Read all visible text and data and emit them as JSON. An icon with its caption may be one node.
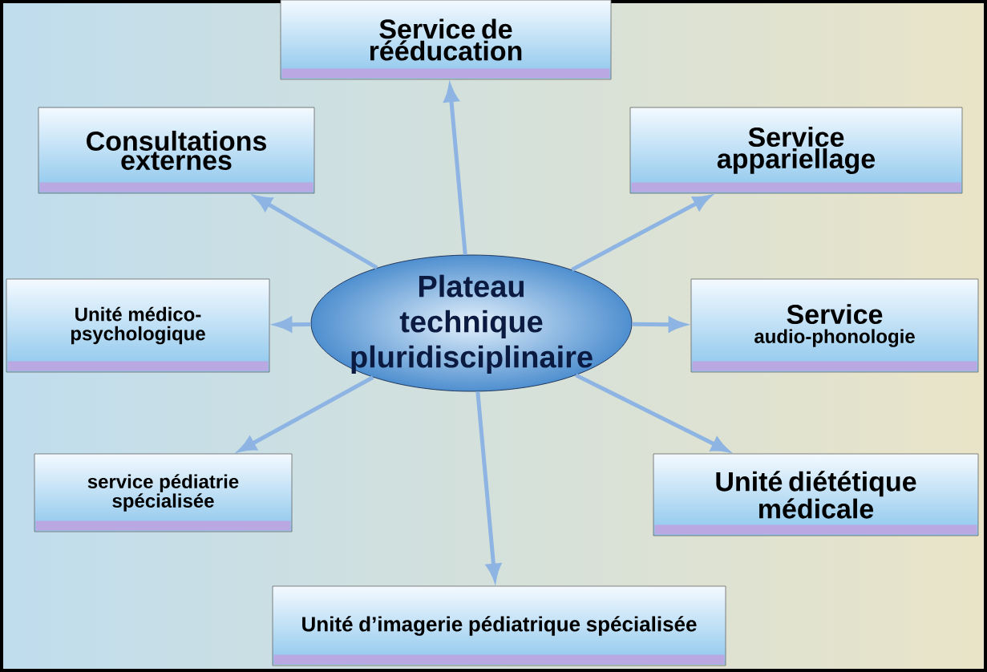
{
  "diagram": {
    "nodes": [
      {
        "text": [
          "Plateau technique pluridisciplinaire"
        ]
      },
      {
        "text": [
          "Service de rééducation"
        ]
      },
      {
        "text": [
          "Consultations externes"
        ]
      },
      {
        "text": [
          "Service appariellage"
        ]
      },
      {
        "text": [
          "Unité médico-psychologique"
        ]
      },
      {
        "text": [
          "Service",
          "audio-phonologie"
        ]
      },
      {
        "text": [
          "service pédiatrie spécialisée"
        ]
      },
      {
        "text": [
          "Unité diététique médicale"
        ]
      },
      {
        "text": [
          "Unité d’imagerie pédiatrique spécialisée"
        ]
      }
    ],
    "edges": [
      {
        "from": 0,
        "to": 1,
        "arrow": "to"
      },
      {
        "from": 0,
        "to": 2,
        "arrow": "to"
      },
      {
        "from": 0,
        "to": 3,
        "arrow": "to"
      },
      {
        "from": 0,
        "to": 4,
        "arrow": "to"
      },
      {
        "from": 0,
        "to": 5,
        "arrow": "to"
      },
      {
        "from": 0,
        "to": 6,
        "arrow": "to"
      },
      {
        "from": 0,
        "to": 7,
        "arrow": "to"
      },
      {
        "from": 0,
        "to": 8,
        "arrow": "to"
      }
    ]
  }
}
